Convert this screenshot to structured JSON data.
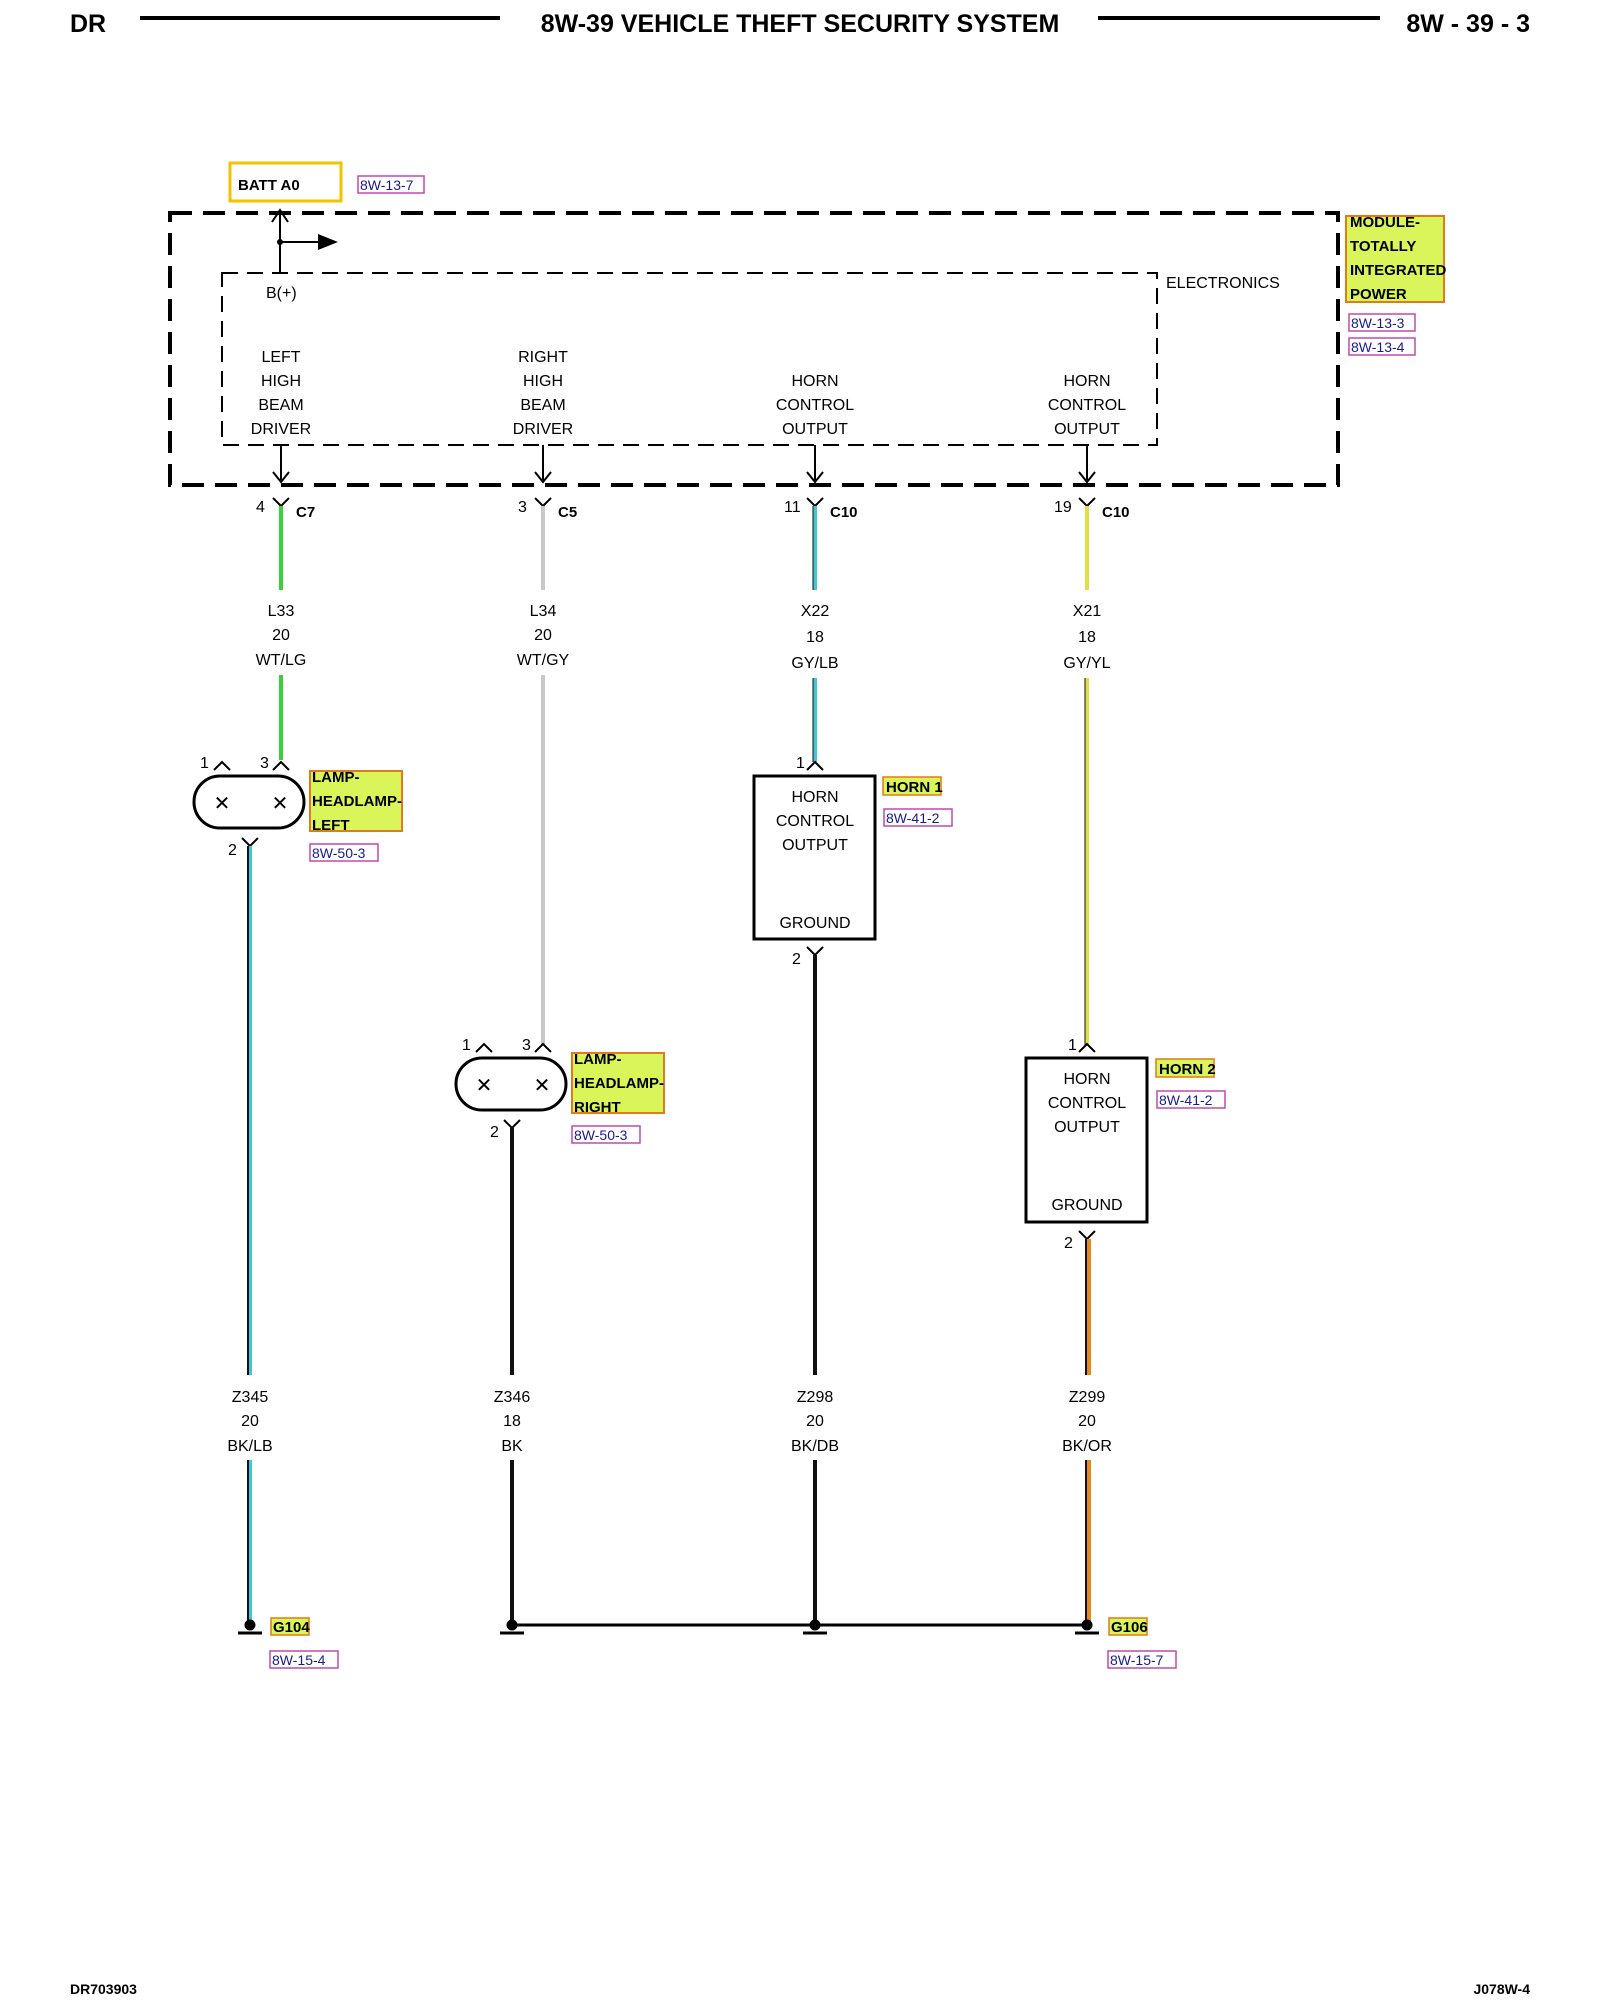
{
  "header": {
    "left": "DR",
    "title": "8W-39 VEHICLE THEFT SECURITY SYSTEM",
    "page": "8W - 39 - 3"
  },
  "footer": {
    "left": "DR703903",
    "right": "J078W-4"
  },
  "source": {
    "label": "BATT A0",
    "ref": "8W-13-7"
  },
  "module": {
    "name": [
      "MODULE-",
      "TOTALLY",
      "INTEGRATED",
      "POWER"
    ],
    "refs": [
      "8W-13-3",
      "8W-13-4"
    ],
    "section": "ELECTRONICS",
    "bplus": "B(+)",
    "outputs": [
      {
        "lines": [
          "LEFT",
          "HIGH",
          "BEAM",
          "DRIVER"
        ]
      },
      {
        "lines": [
          "RIGHT",
          "HIGH",
          "BEAM",
          "DRIVER"
        ]
      },
      {
        "lines": [
          "HORN",
          "CONTROL",
          "OUTPUT"
        ]
      },
      {
        "lines": [
          "HORN",
          "CONTROL",
          "OUTPUT"
        ]
      }
    ]
  },
  "circuits": [
    {
      "pin": "4",
      "connector": "C7",
      "wire": "L33",
      "gauge": "20",
      "color": "WT/LG",
      "color_hex": "#3ccf3c"
    },
    {
      "pin": "3",
      "connector": "C5",
      "wire": "L34",
      "gauge": "20",
      "color": "WT/GY",
      "color_hex": "#c8c8c8"
    },
    {
      "pin": "11",
      "connector": "C10",
      "wire": "X22",
      "gauge": "18",
      "color": "GY/LB",
      "color_hex": "#3ec8d6"
    },
    {
      "pin": "19",
      "connector": "C10",
      "wire": "X21",
      "gauge": "18",
      "color": "GY/YL",
      "color_hex": "#e0e040"
    }
  ],
  "components": {
    "lamp_left": {
      "name": [
        "LAMP-",
        "HEADLAMP-",
        "LEFT"
      ],
      "ref": "8W-50-3",
      "pin1": "1",
      "pin3": "3",
      "pin2": "2"
    },
    "lamp_right": {
      "name": [
        "LAMP-",
        "HEADLAMP-",
        "RIGHT"
      ],
      "ref": "8W-50-3",
      "pin1": "1",
      "pin3": "3",
      "pin2": "2"
    },
    "horn1": {
      "name": "HORN 1",
      "ref": "8W-41-2",
      "lines": [
        "HORN",
        "CONTROL",
        "OUTPUT"
      ],
      "ground": "GROUND",
      "pin1": "1",
      "pin2": "2"
    },
    "horn2": {
      "name": "HORN 2",
      "ref": "8W-41-2",
      "lines": [
        "HORN",
        "CONTROL",
        "OUTPUT"
      ],
      "ground": "GROUND",
      "pin1": "1",
      "pin2": "2"
    }
  },
  "ground_circuits": [
    {
      "wire": "Z345",
      "gauge": "20",
      "color": "BK/LB",
      "color_hex": "#3ec8d6"
    },
    {
      "wire": "Z346",
      "gauge": "18",
      "color": "BK",
      "color_hex": "#111111"
    },
    {
      "wire": "Z298",
      "gauge": "20",
      "color": "BK/DB",
      "color_hex": "#111111"
    },
    {
      "wire": "Z299",
      "gauge": "20",
      "color": "BK/OR",
      "color_hex": "#e08a20"
    }
  ],
  "grounds": [
    {
      "name": "G104",
      "ref": "8W-15-4"
    },
    {
      "name": "G106",
      "ref": "8W-15-7"
    }
  ],
  "colors": {
    "highlight_fill": "#d9f55a",
    "highlight_border": "#e07a1a",
    "batt_border": "#f2c400",
    "ref_border": "#c04ab0"
  }
}
